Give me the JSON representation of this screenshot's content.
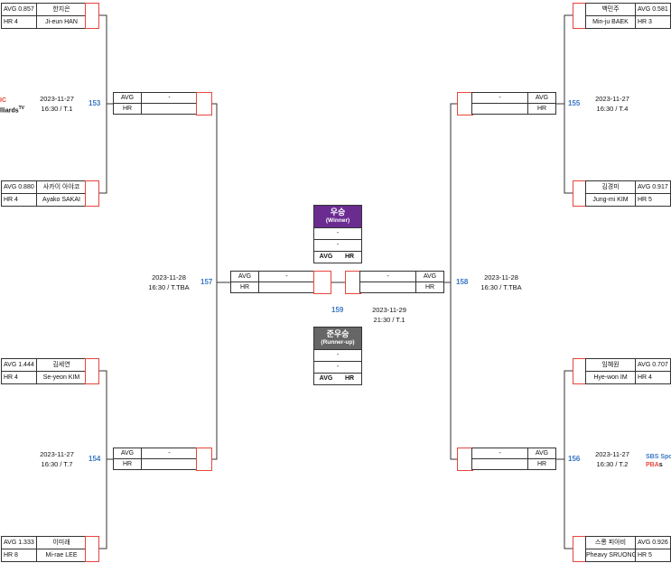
{
  "players": {
    "p1": {
      "avg": "AVG 0.857",
      "hr": "HR 4",
      "kor": "한지은",
      "eng": "Ji-eun HAN"
    },
    "p2": {
      "avg": "AVG 0.880",
      "hr": "HR 4",
      "kor": "사카이 아야코",
      "eng": "Ayako SAKAI"
    },
    "p3": {
      "avg": "AVG 1.444",
      "hr": "HR 4",
      "kor": "김세연",
      "eng": "Se-yeon KIM"
    },
    "p4": {
      "avg": "AVG 1.333",
      "hr": "HR 8",
      "kor": "이미래",
      "eng": "Mi-rae LEE"
    },
    "p5": {
      "avg": "AVG 0.581",
      "hr": "HR 3",
      "kor": "백민주",
      "eng": "Min-ju BAEK"
    },
    "p6": {
      "avg": "AVG 0.917",
      "hr": "HR 5",
      "kor": "김경미",
      "eng": "Jung-mi KIM"
    },
    "p7": {
      "avg": "AVG 0.707",
      "hr": "HR 4",
      "kor": "임혜원",
      "eng": "Hye-won IM"
    },
    "p8": {
      "avg": "AVG 0.926",
      "hr": "HR 5",
      "kor": "스롱 피아비",
      "eng": "Pheavy SRUONG"
    }
  },
  "labels": {
    "avg": "AVG",
    "hr": "HR",
    "dash": "-"
  },
  "matches": {
    "m153": {
      "num": "153",
      "date": "2023-11-27",
      "time": "16:30 / T.1"
    },
    "m154": {
      "num": "154",
      "date": "2023-11-27",
      "time": "16:30 / T.7"
    },
    "m155": {
      "num": "155",
      "date": "2023-11-27",
      "time": "16:30 / T.4"
    },
    "m156": {
      "num": "156",
      "date": "2023-11-27",
      "time": "16:30 / T.2"
    },
    "m157": {
      "num": "157",
      "date": "2023-11-28",
      "time": "16:30 / T.TBA"
    },
    "m158": {
      "num": "158",
      "date": "2023-11-28",
      "time": "16:30 / T.TBA"
    },
    "m159": {
      "num": "159",
      "date": "2023-11-29",
      "time": "21:30 / T.1"
    }
  },
  "winner": {
    "title": "우승",
    "subtitle": "(Winner)",
    "line1": "-",
    "line2": "-",
    "color": "#6a2c91"
  },
  "runnerup": {
    "title": "준우승",
    "subtitle": "(Runner-up)",
    "line1": "-",
    "line2": "-",
    "color": "#666666"
  },
  "logos": {
    "left_top": "IC",
    "left_bottom": "lliards",
    "left_sup": "TV",
    "right_top": "SBS Spo",
    "right_bottom": "PBA",
    "right_bottom_tail": "s"
  },
  "colors": {
    "accent": "#e8453c",
    "match_number": "#3b77c4",
    "line": "#333333"
  }
}
